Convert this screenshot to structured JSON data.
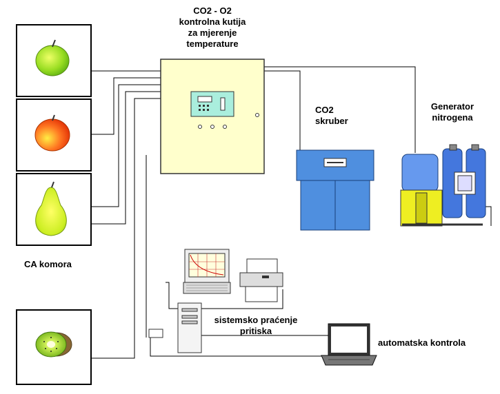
{
  "labels": {
    "control_box": [
      "CO2 - O2",
      "kontrolna kutija",
      "za mjerenje",
      "temperature"
    ],
    "scrubber": [
      "CO2",
      "skruber"
    ],
    "nitrogen_generator": [
      "Generator",
      "nitrogena"
    ],
    "chamber": "CA komora",
    "monitoring": [
      "sistemsko praćenje",
      "pritiska"
    ],
    "automatic_control": "automatska kontrola"
  },
  "colors": {
    "box_fill": "#ffffcc",
    "scrubber_blue": "#4f8fdf",
    "generator_yellow": "#eeee22",
    "screen_bg": "#ffffdd",
    "line": "#000000"
  },
  "chambers": [
    {
      "name": "green-apple",
      "icon": "green-apple-icon"
    },
    {
      "name": "red-apple",
      "icon": "red-apple-icon"
    },
    {
      "name": "pear",
      "icon": "pear-icon"
    },
    {
      "name": "kiwi",
      "icon": "kiwi-icon"
    }
  ]
}
